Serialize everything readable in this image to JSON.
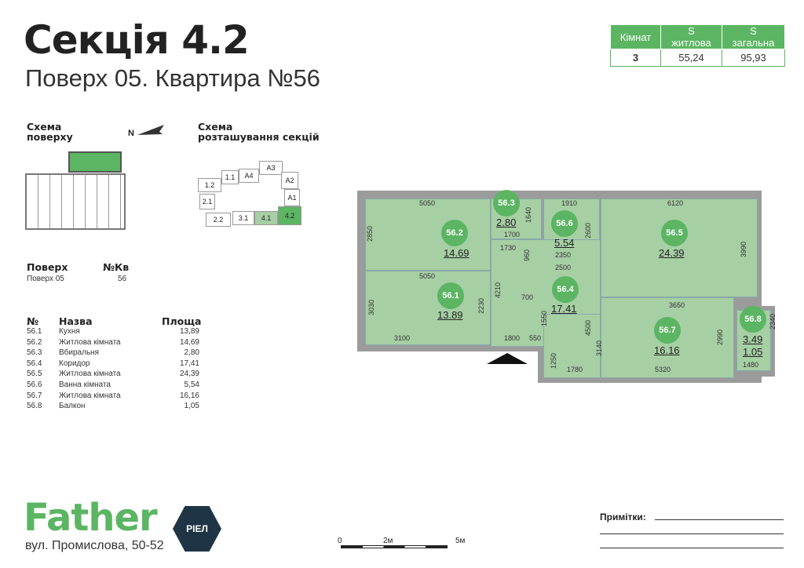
{
  "header": {
    "title": "Секція 4.2",
    "subtitle": "Поверх 05. Квартира №56"
  },
  "summary": {
    "headers": [
      "Кімнат",
      "S житлова",
      "S загальна"
    ],
    "values": [
      "3",
      "55,24",
      "95,93"
    ]
  },
  "floor_scheme": {
    "title_line1": "Схема",
    "title_line2": "поверху",
    "north": "N"
  },
  "section_scheme": {
    "title_line1": "Схема",
    "title_line2": "розташування секцій",
    "sections": [
      "1.2",
      "1.1",
      "A4",
      "A3",
      "A2",
      "A1",
      "2.1",
      "2.2",
      "3.1",
      "4.1",
      "4.2"
    ]
  },
  "floor_info": {
    "floor_label": "Поверх",
    "apt_label": "№Кв",
    "floor_value": "Поверх 05",
    "apt_value": "56"
  },
  "rooms_table": {
    "headers": [
      "№",
      "Назва",
      "Площа"
    ],
    "rows": [
      [
        "56.1",
        "Кухня",
        "13,89"
      ],
      [
        "56.2",
        "Житлова кімната",
        "14,69"
      ],
      [
        "56.3",
        "Вбиральня",
        "2,80"
      ],
      [
        "56.4",
        "Коридор",
        "17,41"
      ],
      [
        "56.5",
        "Житлова кімната",
        "24,39"
      ],
      [
        "56.6",
        "Ванна кімната",
        "5,54"
      ],
      [
        "56.7",
        "Житлова кімната",
        "16,16"
      ],
      [
        "56.8",
        "Балкон",
        "1,05"
      ]
    ]
  },
  "plan": {
    "rooms": [
      {
        "id": "56.1",
        "area": "13.89"
      },
      {
        "id": "56.2",
        "area": "14.69"
      },
      {
        "id": "56.3",
        "area": "2.80"
      },
      {
        "id": "56.4",
        "area": "17.41"
      },
      {
        "id": "56.5",
        "area": "24.39"
      },
      {
        "id": "56.6",
        "area": "5.54"
      },
      {
        "id": "56.7",
        "area": "16.16"
      },
      {
        "id": "56.8",
        "area": "3.49",
        "area2": "1.05"
      }
    ],
    "dims": [
      "5050",
      "2850",
      "1700",
      "1640",
      "1910",
      "2600",
      "6120",
      "3990",
      "1730",
      "960",
      "2350",
      "2500",
      "5050",
      "3030",
      "2230",
      "4210",
      "700",
      "1550",
      "1800",
      "550",
      "3100",
      "4500",
      "3140",
      "1250",
      "1780",
      "3650",
      "5320",
      "2990",
      "2340",
      "1480"
    ]
  },
  "footer": {
    "brand": "Father",
    "partner": "РІЕЛ",
    "address": "вул. Промислова, 50-52",
    "scale": [
      "0",
      "2м",
      "5м"
    ],
    "notes_label": "Примітки:"
  },
  "colors": {
    "accent": "#5bb562",
    "room": "#a6cfa4",
    "partner_bg": "#1f3545"
  }
}
